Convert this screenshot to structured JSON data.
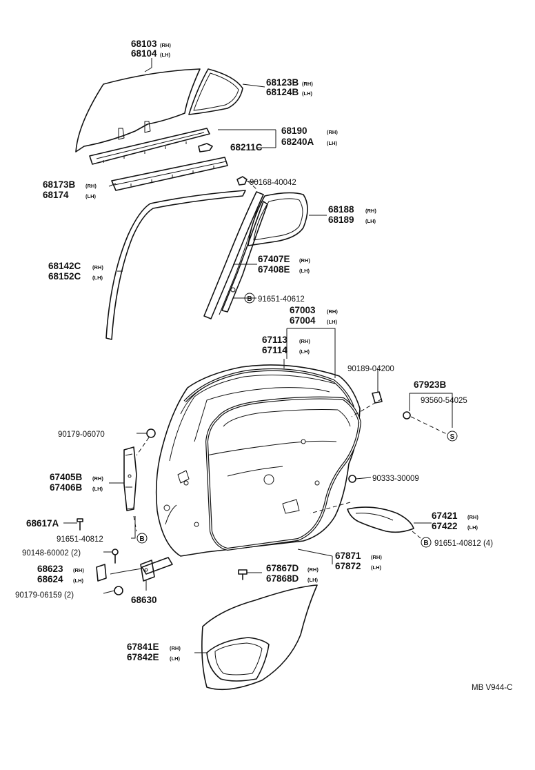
{
  "labels": {
    "p68103": "68103",
    "p68104": "68104",
    "p68123b": "68123B",
    "p68124b": "68124B",
    "p68190": "68190",
    "p68240a": "68240A",
    "p68211c": "68211C",
    "p68173b": "68173B",
    "p68174": "68174",
    "p90168": "90168-40042",
    "p68188": "68188",
    "p68189": "68189",
    "p68142c": "68142C",
    "p68152c": "68152C",
    "p67407e": "67407E",
    "p67408e": "67408E",
    "p91651_a": "91651-40612",
    "p67003": "67003",
    "p67004": "67004",
    "p67113": "67113",
    "p67114": "67114",
    "p90189": "90189-04200",
    "p67923b": "67923B",
    "p93560": "93560-54025",
    "p90179_a": "90179-06070",
    "p67405b": "67405B",
    "p67406b": "67406B",
    "p90333": "90333-30009",
    "p68617a": "68617A",
    "p91651_b": "91651-40812",
    "p67421": "67421",
    "p67422": "67422",
    "p91651_c": "91651-40812 (4)",
    "p90148": "90148-60002 (2)",
    "p68623": "68623",
    "p68624": "68624",
    "p67871": "67871",
    "p67872": "67872",
    "p67867d": "67867D",
    "p67868d": "67868D",
    "p90179_b": "90179-06159 (2)",
    "p68630": "68630",
    "p67841e": "67841E",
    "p67842e": "67842E"
  },
  "sides": {
    "rh": "(RH)",
    "lh": "(LH)"
  },
  "symbols": {
    "b": "B",
    "s": "S"
  },
  "figure_code": "MB V944-C"
}
